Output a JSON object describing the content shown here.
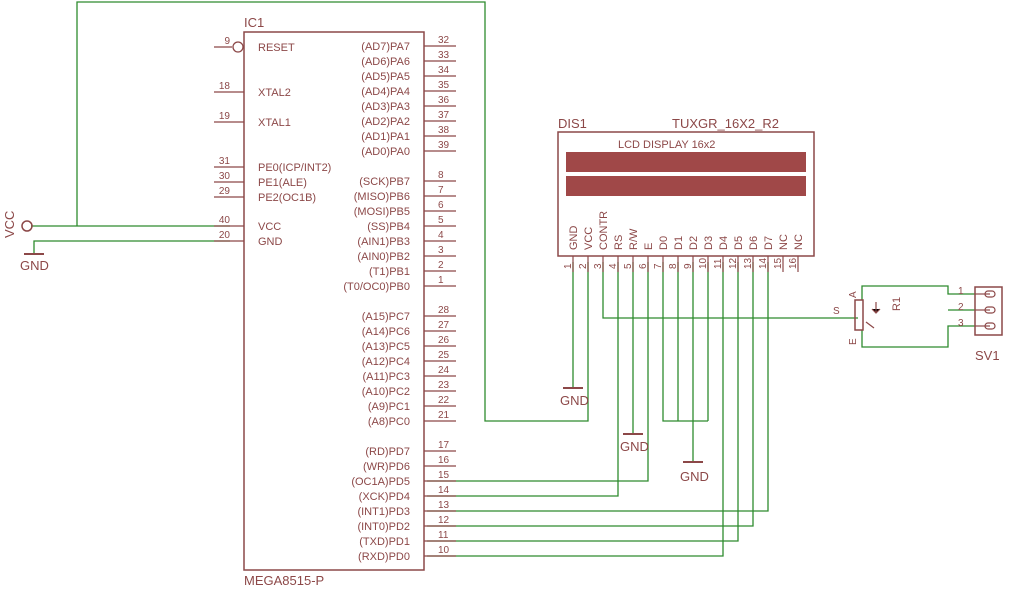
{
  "ic1": {
    "name": "IC1",
    "value": "MEGA8515-P",
    "left_pins": [
      {
        "num": "9",
        "name": "RESET"
      },
      {
        "num": "18",
        "name": "XTAL2"
      },
      {
        "num": "19",
        "name": "XTAL1"
      },
      {
        "num": "31",
        "name": "PE0(ICP/INT2)"
      },
      {
        "num": "30",
        "name": "PE1(ALE)"
      },
      {
        "num": "29",
        "name": "PE2(OC1B)"
      },
      {
        "num": "40",
        "name": "VCC"
      },
      {
        "num": "20",
        "name": "GND"
      }
    ],
    "right_pins": [
      {
        "num": "32",
        "name": "(AD7)PA7"
      },
      {
        "num": "33",
        "name": "(AD6)PA6"
      },
      {
        "num": "34",
        "name": "(AD5)PA5"
      },
      {
        "num": "35",
        "name": "(AD4)PA4"
      },
      {
        "num": "36",
        "name": "(AD3)PA3"
      },
      {
        "num": "37",
        "name": "(AD2)PA2"
      },
      {
        "num": "38",
        "name": "(AD1)PA1"
      },
      {
        "num": "39",
        "name": "(AD0)PA0"
      },
      {
        "num": "8",
        "name": "(SCK)PB7"
      },
      {
        "num": "7",
        "name": "(MISO)PB6"
      },
      {
        "num": "6",
        "name": "(MOSI)PB5"
      },
      {
        "num": "5",
        "name": "(SS)PB4"
      },
      {
        "num": "4",
        "name": "(AIN1)PB3"
      },
      {
        "num": "3",
        "name": "(AIN0)PB2"
      },
      {
        "num": "2",
        "name": "(T1)PB1"
      },
      {
        "num": "1",
        "name": "(T0/OC0)PB0"
      },
      {
        "num": "28",
        "name": "(A15)PC7"
      },
      {
        "num": "27",
        "name": "(A14)PC6"
      },
      {
        "num": "26",
        "name": "(A13)PC5"
      },
      {
        "num": "25",
        "name": "(A12)PC4"
      },
      {
        "num": "24",
        "name": "(A11)PC3"
      },
      {
        "num": "23",
        "name": "(A10)PC2"
      },
      {
        "num": "22",
        "name": "(A9)PC1"
      },
      {
        "num": "21",
        "name": "(A8)PC0"
      },
      {
        "num": "17",
        "name": "(RD)PD7"
      },
      {
        "num": "16",
        "name": "(WR)PD6"
      },
      {
        "num": "15",
        "name": "(OC1A)PD5"
      },
      {
        "num": "14",
        "name": "(XCK)PD4"
      },
      {
        "num": "13",
        "name": "(INT1)PD3"
      },
      {
        "num": "12",
        "name": "(INT0)PD2"
      },
      {
        "num": "11",
        "name": "(TXD)PD1"
      },
      {
        "num": "10",
        "name": "(RXD)PD0"
      }
    ]
  },
  "dis1": {
    "name": "DIS1",
    "value": "TUXGR_16X2_R2",
    "screen_label": "LCD DISPLAY 16x2",
    "screen_color": "#a04848",
    "pins": [
      {
        "num": "1",
        "name": "GND"
      },
      {
        "num": "2",
        "name": "VCC"
      },
      {
        "num": "3",
        "name": "CONTR"
      },
      {
        "num": "4",
        "name": "RS"
      },
      {
        "num": "5",
        "name": "R/W"
      },
      {
        "num": "6",
        "name": "E"
      },
      {
        "num": "7",
        "name": "D0"
      },
      {
        "num": "8",
        "name": "D1"
      },
      {
        "num": "9",
        "name": "D2"
      },
      {
        "num": "10",
        "name": "D3"
      },
      {
        "num": "11",
        "name": "D4"
      },
      {
        "num": "12",
        "name": "D5"
      },
      {
        "num": "13",
        "name": "D6"
      },
      {
        "num": "14",
        "name": "D7"
      },
      {
        "num": "15",
        "name": "NC"
      },
      {
        "num": "16",
        "name": "NC"
      }
    ]
  },
  "r1": {
    "name": "R1",
    "pin_a": "A",
    "pin_e": "E",
    "pin_s": "S"
  },
  "sv1": {
    "name": "SV1",
    "pins": [
      "1",
      "2",
      "3"
    ]
  },
  "supply": {
    "vcc": "VCC",
    "gnd": "GND"
  },
  "colors": {
    "symbol": "#8c4848",
    "wire": "#2e8b2e",
    "background": "#ffffff"
  }
}
